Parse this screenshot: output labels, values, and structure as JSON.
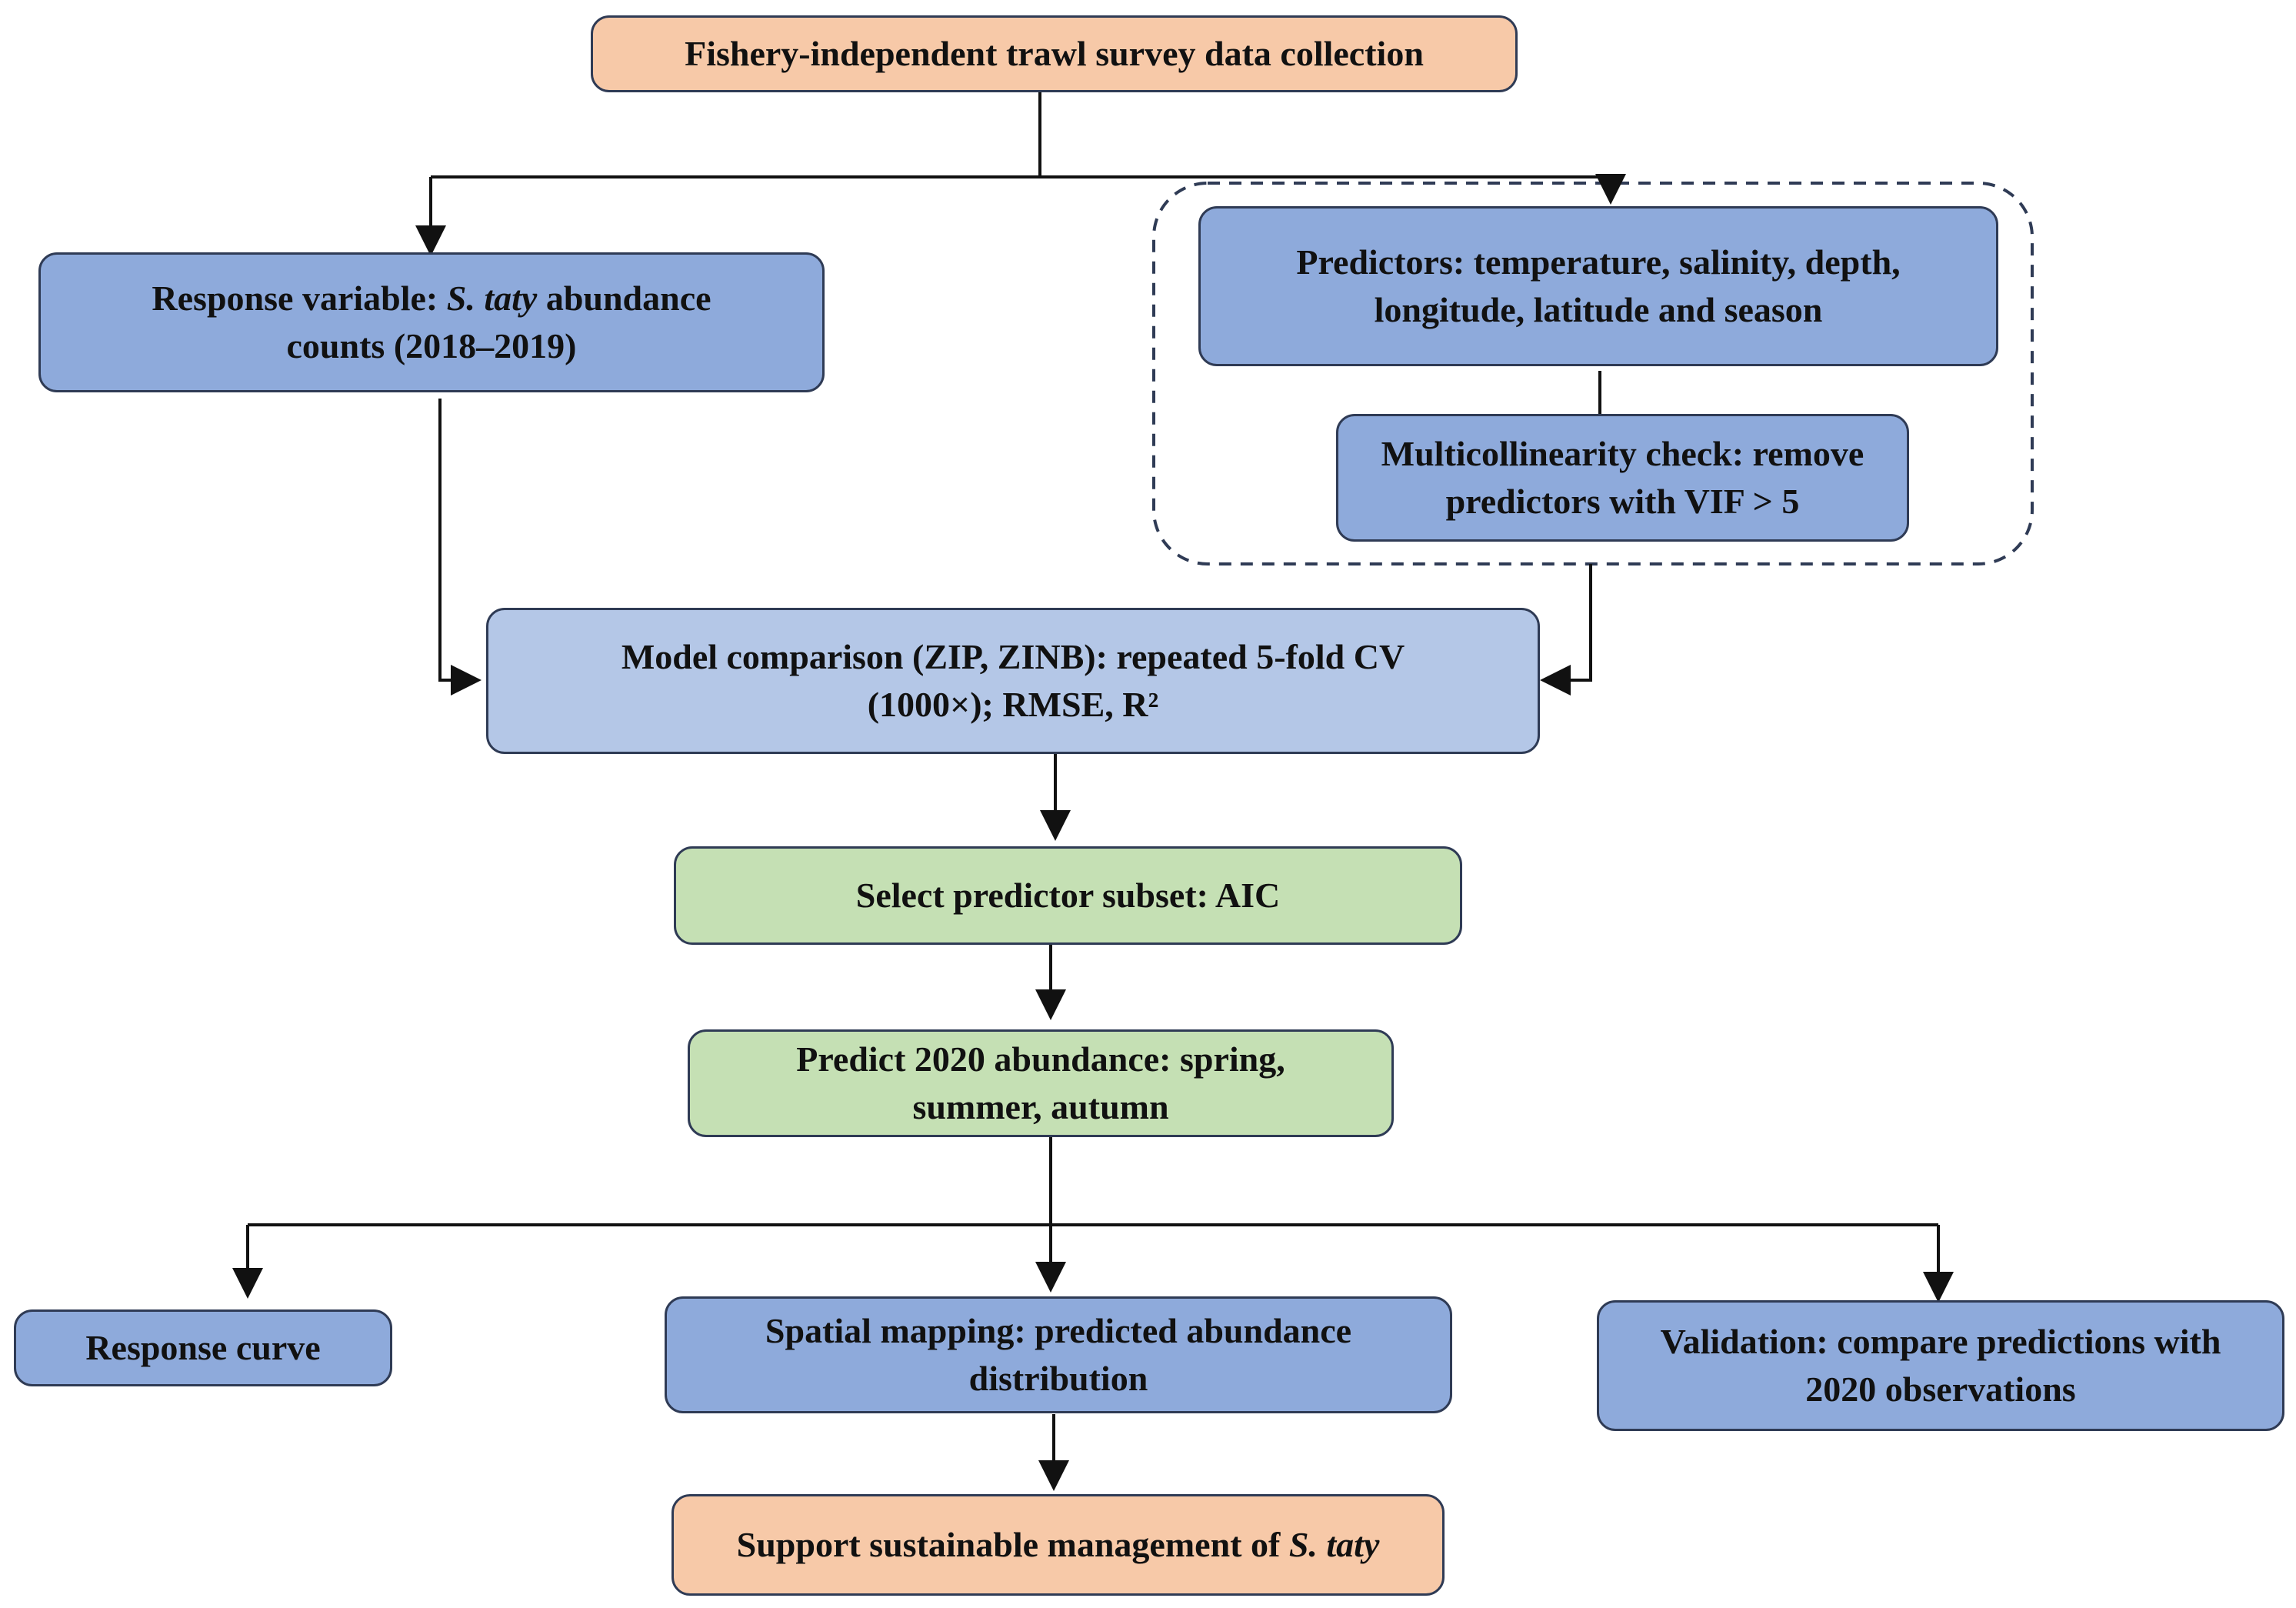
{
  "nodes": {
    "data_collection": "Fishery-independent trawl survey data collection",
    "response_variable": {
      "line1_prefix": "Response variable: ",
      "line1_species": "S. taty",
      "line1_suffix": " abundance",
      "line2": "counts (2018–2019)"
    },
    "predictors": {
      "line1": "Predictors: temperature, salinity, depth,",
      "line2": "longitude, latitude and season"
    },
    "multicollinearity": {
      "line1": "Multicollinearity check: remove",
      "line2": "predictors with VIF > 5"
    },
    "model_comparison": {
      "line1": "Model comparison (ZIP, ZINB): repeated 5-fold CV",
      "line2": "(1000×); RMSE, R²"
    },
    "select_subset": "Select predictor subset: AIC",
    "predict_2020": {
      "line1": "Predict 2020 abundance: spring,",
      "line2": "summer, autumn"
    },
    "response_curve": "Response curve",
    "spatial_mapping": {
      "line1": "Spatial mapping: predicted abundance",
      "line2": "distribution"
    },
    "validation": {
      "line1": "Validation: compare predictions with",
      "line2": "2020 observations"
    },
    "support": {
      "prefix": "Support sustainable management of ",
      "species": "S. taty"
    }
  },
  "colors": {
    "orange": "#f7c9a8",
    "blue": "#8eaadb",
    "light_blue": "#b4c7e7",
    "green": "#c5e0b4",
    "border": "#2f3b55",
    "arrow": "#111111",
    "dashed_group": "#2f3b55"
  }
}
